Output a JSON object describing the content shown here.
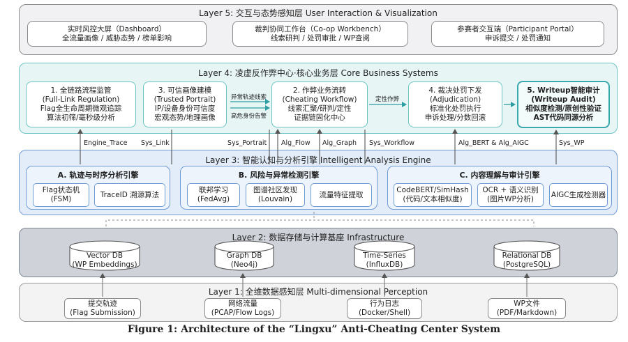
{
  "layer5": {
    "title": "Layer 5: 交互与态势感知层 User Interaction & Visualization",
    "boxes": [
      {
        "line1": "实时风控大屏（Dashboard）",
        "line2": "全流量画像 / 威胁态势 / 榜单影响"
      },
      {
        "line1": "裁判协同工作台（Co-op Workbench）",
        "line2": "线索研判 / 处罚审批 / WP查阅"
      },
      {
        "line1": "参赛者交互端（Participant Portal）",
        "line2": "申诉提交 / 处罚通知"
      }
    ]
  },
  "layer4": {
    "title": "Layer 4: 凌虚反作弊中心·核心业务层 Core Business Systems",
    "boxes": [
      {
        "l1": "1. 全链路流程监管",
        "l2": "(Full-Link Regulation)",
        "l3": "Flag全生命周期微观追踪",
        "l4": "算法初筛/毫秒级分析"
      },
      {
        "l1": "3. 可信画像建模",
        "l2": "(Trusted Portrait)",
        "l3": "IP/设备身份可信度",
        "l4": "宏观态势/地理画像"
      },
      {
        "l1": "2. 作弊业务流转",
        "l2": "(Cheating Workflow)",
        "l3": "线索汇聚/研判/定性",
        "l4": "证据链固化中心"
      },
      {
        "l1": "4. 裁决处罚下发",
        "l2": "(Adjudication)",
        "l3": "标准化处罚执行",
        "l4": "申诉处理/分数回滚"
      },
      {
        "l1": "5. Writeup智能审计",
        "l2": "(Writeup Audit)",
        "l3": "相似度检测/原创性验证",
        "l4": "AST代码同源分析"
      }
    ],
    "arrow_labels": {
      "abnormal_trace": "异常轨迹线索",
      "high_risk": "高危身份告警",
      "qualitative": "定性作弊"
    }
  },
  "connectors": {
    "engine_trace": "Engine_Trace",
    "sys_link": "Sys_Link",
    "sys_portrait": "Sys_Portrait",
    "alg_flow": "Alg_Flow",
    "alg_graph": "Alg_Graph",
    "sys_workflow": "Sys_Workflow",
    "alg_bert_aigc": "Alg_BERT & Alg_AIGC",
    "sys_wp": "Sys_WP"
  },
  "layer3": {
    "title": "Layer 3: 智能认知与分析引擎 Intelligent Analysis Engine",
    "engines": [
      {
        "title": "A. 轨迹与时序分析引擎",
        "items": [
          {
            "l1": "Flag状态机",
            "l2": "(FSM)"
          },
          {
            "l1": "TraceID 溯源算法",
            "l2": ""
          }
        ]
      },
      {
        "title": "B. 风险与异常检测引擎",
        "items": [
          {
            "l1": "联邦学习",
            "l2": "(FedAvg)"
          },
          {
            "l1": "图谱社区发现",
            "l2": "(Louvain)"
          },
          {
            "l1": "流量特征提取",
            "l2": ""
          }
        ]
      },
      {
        "title": "C. 内容理解与审计引擎",
        "items": [
          {
            "l1": "CodeBERT/SimHash",
            "l2": "(代码/文本相似度)"
          },
          {
            "l1": "OCR + 语义识别",
            "l2": "(图片WP分析)"
          },
          {
            "l1": "AIGC生成检测器",
            "l2": ""
          }
        ]
      }
    ]
  },
  "layer2": {
    "title": "Layer 2: 数据存储与计算基座 Infrastructure",
    "dbs": [
      {
        "l1": "Vector DB",
        "l2": "(WP Embeddings)"
      },
      {
        "l1": "Graph DB",
        "l2": "(Neo4j)"
      },
      {
        "l1": "Time-Series",
        "l2": "(InfluxDB)"
      },
      {
        "l1": "Relational DB",
        "l2": "(PostgreSQL)"
      }
    ]
  },
  "layer1": {
    "title": "Layer 1: 全维数据感知层 Multi-dimensional Perception",
    "boxes": [
      {
        "l1": "提交轨迹",
        "l2": "(Flag Submission)"
      },
      {
        "l1": "网络流量",
        "l2": "(PCAP/Flow Logs)"
      },
      {
        "l1": "行为日志",
        "l2": "(Docker/Shell)"
      },
      {
        "l1": "WP文件",
        "l2": "(PDF/Markdown)"
      }
    ]
  },
  "caption": "Figure 1: Architecture of the “Lingxu” Anti-Cheating Center System",
  "colors": {
    "layer5_bg": "#f1f1f3",
    "layer4_bg": "#e7f5f5",
    "layer3_bg": "#e3edf9",
    "layer2_bg": "#cfd3d9",
    "layer1_bg": "#f3f3f3",
    "teal": "#4fb5b8",
    "blue": "#6f9bd3",
    "gray": "#777777"
  }
}
